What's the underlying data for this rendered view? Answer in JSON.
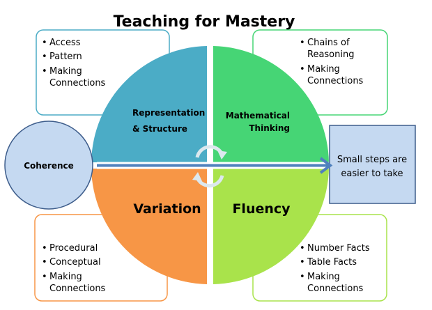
{
  "title": "Teaching for Mastery",
  "quadrants": {
    "top_left": {
      "lines": [
        "Representation",
        "& Structure"
      ],
      "color": "#4BACC6"
    },
    "top_right": {
      "lines": [
        "Mathematical",
        "Thinking"
      ],
      "color": "#46D575"
    },
    "bottom_left": {
      "label": "Variation",
      "color": "#F79646"
    },
    "bottom_right": {
      "label": "Fluency",
      "color": "#A9E34B"
    }
  },
  "boxes": {
    "top_left": {
      "items": [
        "Access",
        "Pattern",
        "Making",
        "Connections"
      ]
    },
    "top_right": {
      "items": [
        "Chains of",
        "Reasoning",
        "Making",
        "Connections"
      ]
    },
    "bottom_left": {
      "items": [
        "Procedural",
        "Conceptual",
        "Making",
        "Connections"
      ]
    },
    "bottom_right": {
      "items": [
        "Number Facts",
        "Table Facts",
        "Making",
        "Connections"
      ]
    }
  },
  "coherence": {
    "label": "Coherence"
  },
  "small_steps": {
    "lines": [
      "Small steps are",
      "easier to take"
    ]
  }
}
